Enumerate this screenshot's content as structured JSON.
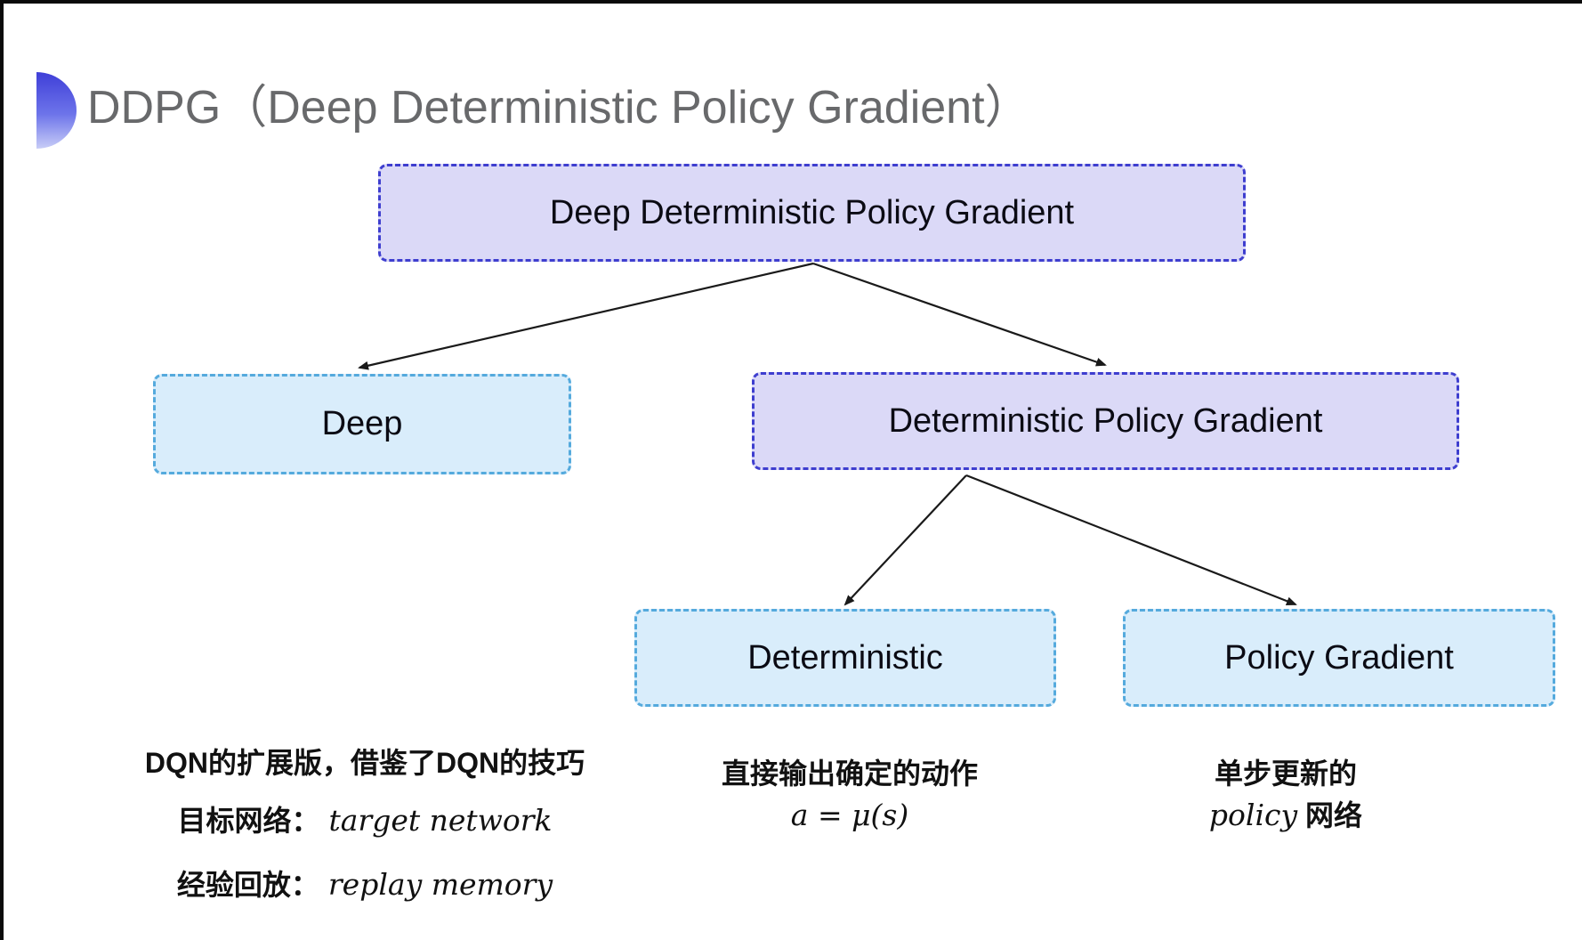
{
  "page": {
    "title": "DDPG（Deep Deterministic Policy Gradient）"
  },
  "tree": {
    "root": {
      "label": "Deep Deterministic Policy Gradient"
    },
    "deep": {
      "label": "Deep"
    },
    "dpg": {
      "label": "Deterministic Policy Gradient"
    },
    "deterministic": {
      "label": "Deterministic"
    },
    "policy_gradient": {
      "label": "Policy Gradient"
    }
  },
  "notes": {
    "deep": {
      "line1": "DQN的扩展版，借鉴了DQN的技巧",
      "line2_cn": "目标网络：",
      "line2_en": "target network",
      "line3_cn": "经验回放：",
      "line3_en": "replay memory"
    },
    "deterministic": {
      "line1": "直接输出确定的动作",
      "formula": "a = μ(s)"
    },
    "policy_gradient": {
      "line1": "单步更新的",
      "line2_en": "policy",
      "line2_cn": "网络"
    }
  },
  "colors": {
    "purple_fill": "#dbd9f7",
    "purple_border": "#3e3ecf",
    "blue_fill": "#d9edfb",
    "blue_border": "#55aadd",
    "title_gray": "#68696b",
    "arrow": "#1a1a1a",
    "bullet_blue": "#3f3fd8",
    "frame_black": "#0a0a0a"
  }
}
